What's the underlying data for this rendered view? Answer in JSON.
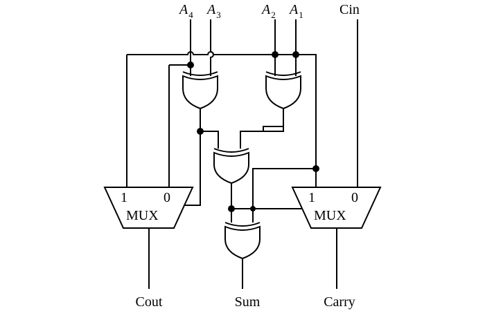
{
  "inputs": {
    "a4": {
      "letter": "A",
      "sub": "4"
    },
    "a3": {
      "letter": "A",
      "sub": "3"
    },
    "a2": {
      "letter": "A",
      "sub": "2"
    },
    "a1": {
      "letter": "A",
      "sub": "1"
    },
    "cin": "Cin"
  },
  "mux_left": {
    "label": "MUX",
    "in1": "1",
    "in0": "0"
  },
  "mux_right": {
    "label": "MUX",
    "in1": "1",
    "in0": "0"
  },
  "outputs": {
    "cout": "Cout",
    "sum": "Sum",
    "carry": "Carry"
  }
}
